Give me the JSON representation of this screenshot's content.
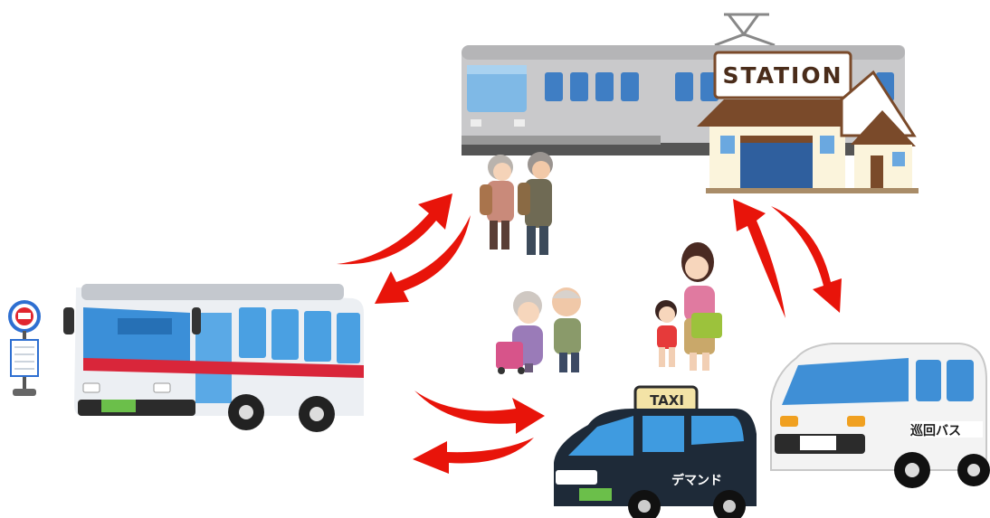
{
  "labels": {
    "station": "STATION",
    "taxi_sign": "TAXI",
    "taxi_side": "デマンド",
    "van_side": "巡回バス"
  },
  "colors": {
    "arrow": "#e8140a",
    "bus_red": "#d9263a",
    "bus_body": "#eceff3",
    "train_body": "#c8c8ca",
    "taxi_body": "#1e2a38",
    "van_body": "#f3f3f3",
    "window_blue": "#3f9be0"
  },
  "icons": {
    "bus": "bus-icon",
    "train": "train-icon",
    "station": "station-building-icon",
    "taxi": "taxi-icon",
    "van": "van-icon",
    "bus_stop": "bus-stop-sign-icon"
  }
}
